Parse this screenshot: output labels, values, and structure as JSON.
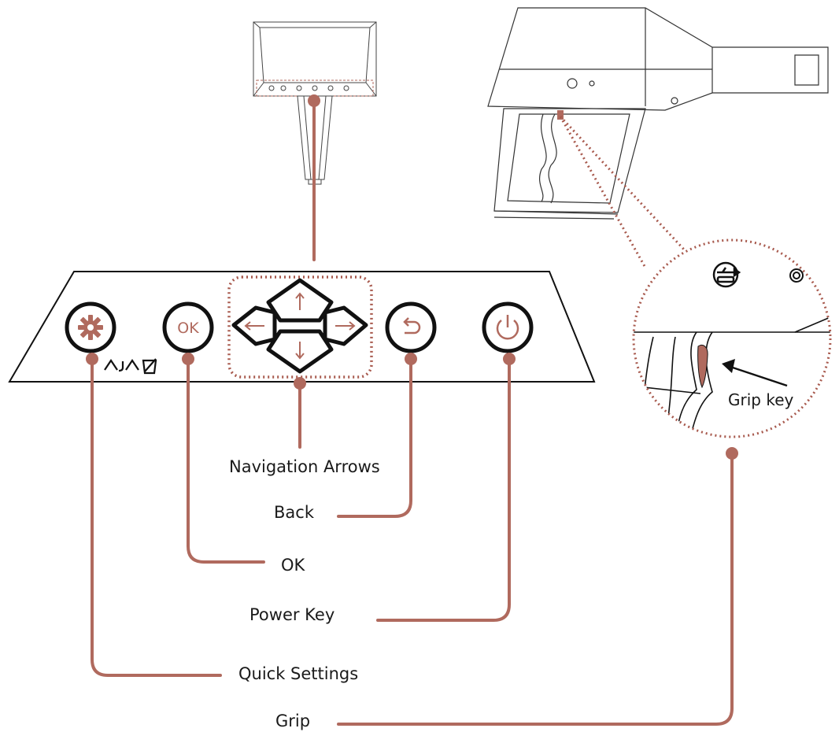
{
  "colors": {
    "accent": "#b06a5e",
    "ink": "#111111",
    "line": "#2a2a2a",
    "background": "#ffffff"
  },
  "panel": {
    "brand_logo": "AJA",
    "buttons": [
      {
        "name": "quick-settings",
        "icon": "gear-icon"
      },
      {
        "name": "ok",
        "icon": "ok-text",
        "text": "OK"
      },
      {
        "name": "nav-up",
        "icon": "arrow-up-icon"
      },
      {
        "name": "nav-left",
        "icon": "arrow-left-icon"
      },
      {
        "name": "nav-right",
        "icon": "arrow-right-icon"
      },
      {
        "name": "nav-down",
        "icon": "arrow-down-icon"
      },
      {
        "name": "back",
        "icon": "back-arrow-icon"
      },
      {
        "name": "power",
        "icon": "power-icon"
      }
    ]
  },
  "callouts": {
    "navigation_arrows": "Navigation Arrows",
    "back": "Back",
    "ok": "OK",
    "power_key": "Power Key",
    "quick_settings": "Quick Settings",
    "grip": "Grip",
    "grip_key": "Grip key"
  },
  "zoom_icons": [
    "usb-icon",
    "ring-icon"
  ]
}
